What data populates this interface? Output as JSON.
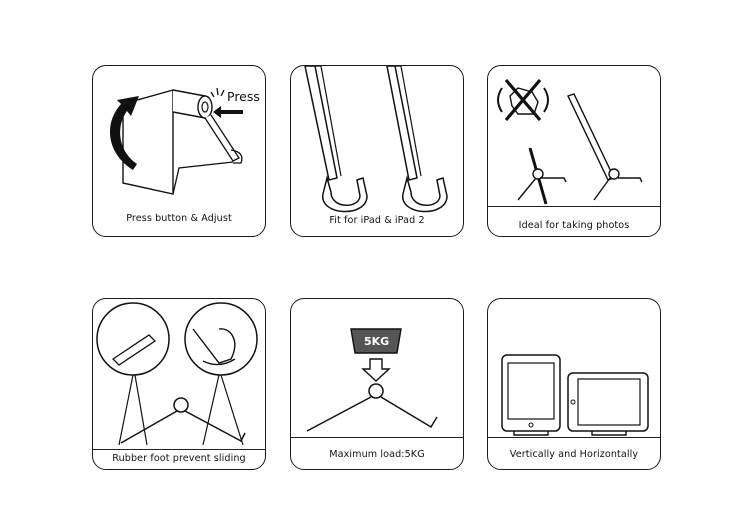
{
  "panels": [
    {
      "id": "press-adjust",
      "caption": "Press button & Adjust",
      "annotation": "Press"
    },
    {
      "id": "ipad-fit",
      "caption": "Fit for iPad & iPad 2"
    },
    {
      "id": "photos",
      "caption": "Ideal for taking photos"
    },
    {
      "id": "rubber-foot",
      "caption": "Rubber foot prevent sliding"
    },
    {
      "id": "max-load",
      "caption": "Maximum load:5KG",
      "annotation": "5KG"
    },
    {
      "id": "orientation",
      "caption": "Vertically and Horizontally"
    }
  ],
  "icons": [
    "curved-arrow-icon",
    "press-arrow-icon",
    "no-hand-icon",
    "down-arrow-icon",
    "home-button-icon"
  ],
  "colors": {
    "line": "#1a1a1a",
    "weight_box": "#555555",
    "background": "#ffffff"
  }
}
